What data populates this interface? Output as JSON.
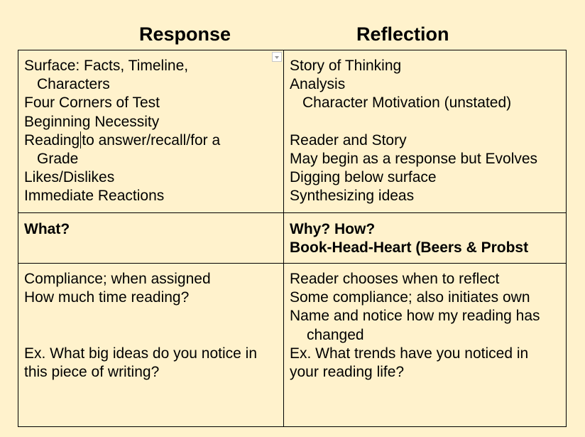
{
  "headers": {
    "left": "Response",
    "right": "Reflection"
  },
  "table": {
    "row1": {
      "left": {
        "lines": [
          "Surface:  Facts, Timeline,",
          "Characters",
          "Four Corners of Test",
          "Beginning Necessity",
          "Reading",
          "to answer/recall/for a",
          "Grade",
          "Likes/Dislikes",
          "Immediate Reactions"
        ]
      },
      "right": {
        "lines": [
          "Story of Thinking",
          "Analysis",
          "Character Motivation (unstated)",
          "Reader and Story",
          "May begin as a response but Evolves",
          "Digging below surface",
          "Synthesizing ideas"
        ]
      }
    },
    "row2": {
      "left": {
        "lines": [
          "What?"
        ]
      },
      "right": {
        "lines": [
          "Why?  How?",
          "Book-Head-Heart (Beers & Probst"
        ]
      }
    },
    "row3": {
      "left": {
        "lines": [
          "Compliance; when assigned",
          "How much time reading?",
          "Ex. What big ideas do you notice in this piece of writing?"
        ]
      },
      "right": {
        "lines": [
          "Reader chooses when to reflect",
          "Some compliance; also initiates own",
          "Name and notice how my reading has",
          "changed",
          "Ex. What trends have you noticed in your reading life?"
        ]
      }
    }
  },
  "colors": {
    "background": "#fff2cc",
    "border": "#000000",
    "text": "#000000"
  },
  "icons": {
    "filter": "dropdown-arrow-icon",
    "cursor": "text-cursor"
  }
}
